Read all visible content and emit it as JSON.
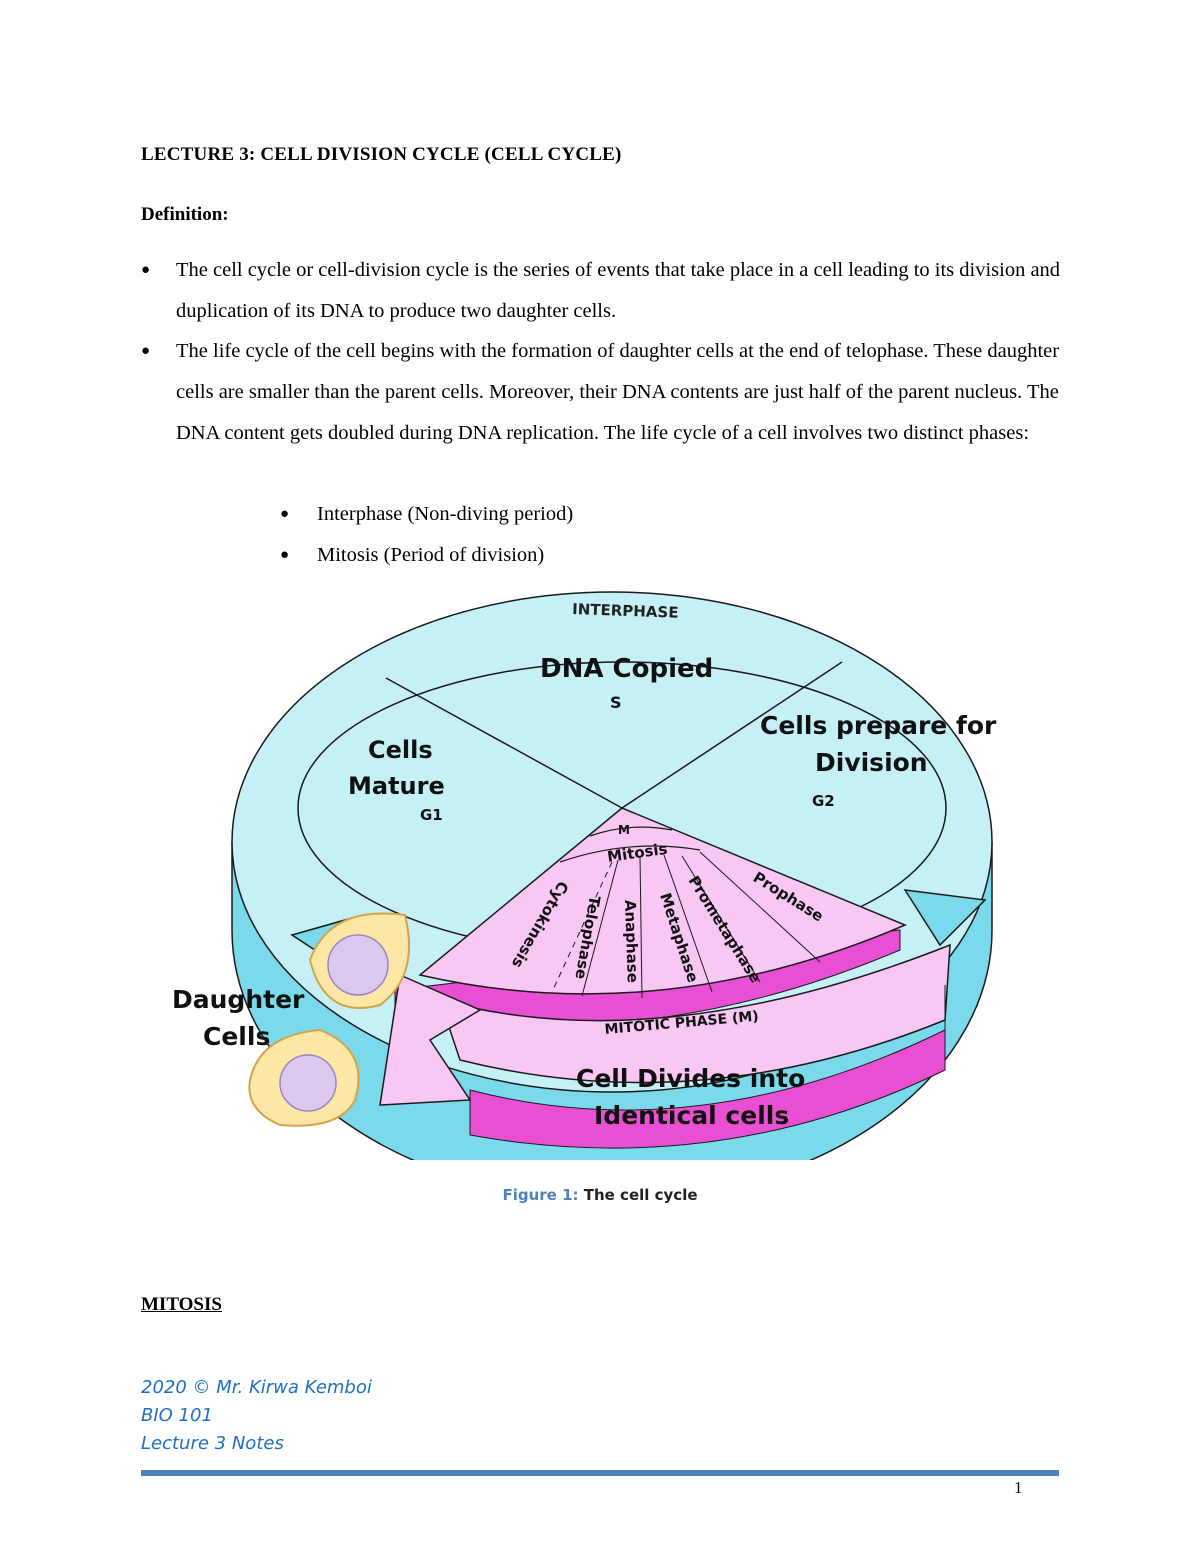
{
  "document": {
    "heading": "LECTURE 3: CELL DIVISION CYCLE (CELL CYCLE)",
    "definition_label": "Definition:",
    "bullets": [
      "The cell cycle or cell-division cycle is the series of events that take place in a cell leading to its division and duplication of its DNA to produce two daughter cells.",
      "The life cycle of the cell begins with the formation of daughter cells at the end of telophase. These daughter cells are smaller than the parent cells. Moreover, their DNA contents are just half of the parent nucleus. The DNA content gets doubled during DNA replication. The life cycle of a cell involves two distinct phases:"
    ],
    "sub_bullets": [
      "Interphase (Non-diving period)",
      "Mitosis (Period of division)"
    ],
    "figure": {
      "caption_label": "Figure 1:",
      "caption_text": " The cell cycle",
      "labels": {
        "interphase": "INTERPHASE",
        "s_title": "DNA Copied",
        "s_sub": "S",
        "g1_line1": "Cells",
        "g1_line2": "Mature",
        "g1_sub": "G1",
        "g2_line1": "Cells prepare for",
        "g2_line2": "Division",
        "g2_sub": "G2",
        "m": "M",
        "mitosis": "Mitosis",
        "prophase": "Prophase",
        "prometaphase": "Prometaphase",
        "metaphase": "Metaphase",
        "anaphase": "Anaphase",
        "telophase": "Telophase",
        "cytokinesis": "Cytokinesis",
        "mitotic_phase": "MITOTIC PHASE (M)",
        "daughter_line1": "Daughter",
        "daughter_line2": "Cells",
        "divides_line1": "Cell Divides into",
        "divides_line2": "Identical cells"
      },
      "colors": {
        "interphase_fill": "#c5f1f6",
        "interphase_side": "#7ad9ea",
        "mitotic_fill": "#f8c7f3",
        "mitotic_side": "#e84fd2",
        "cell_fill": "#fde7a6",
        "nucleus_fill": "#dcc9ee"
      }
    },
    "section_title": "MITOSIS",
    "footer": {
      "line1": "2020 © Mr. Kirwa Kemboi",
      "line2": "BIO 101",
      "line3": "Lecture 3 Notes"
    },
    "page_number": "1"
  }
}
